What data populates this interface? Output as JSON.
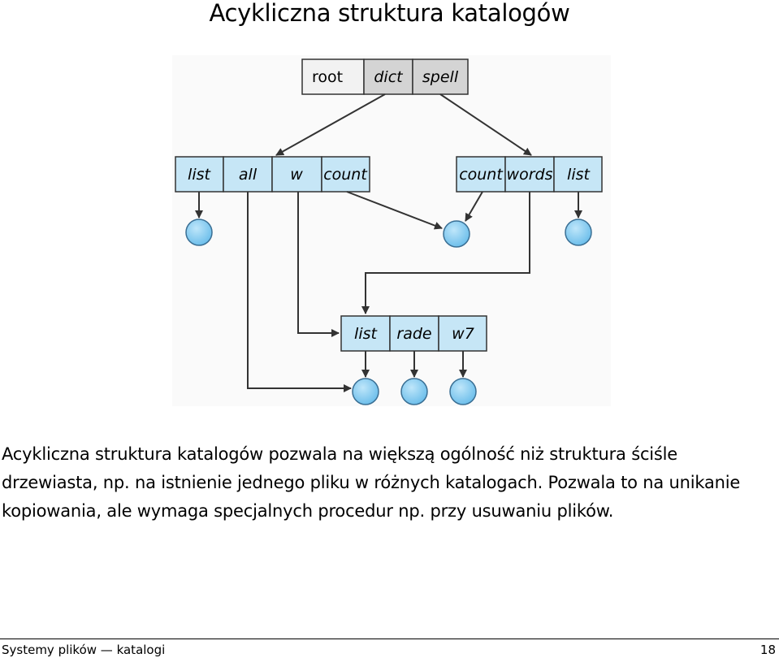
{
  "slide": {
    "title": "Acykliczna struktura katalogów"
  },
  "diagram": {
    "root_label": "root",
    "root_cells": [
      "dict",
      "spell"
    ],
    "dict_cells": [
      "list",
      "all",
      "w",
      "count"
    ],
    "spell_cells": [
      "count",
      "words",
      "list"
    ],
    "sub_cells": [
      "list",
      "rade",
      "w7"
    ],
    "colors": {
      "root_fill": "#d4d4d4",
      "dir_fill": "#c6e6f6",
      "file_fill": "#7cc6ee",
      "background": "#fafafa",
      "stroke": "#333333"
    },
    "icons": {
      "file_node": "file-node-icon",
      "arrow": "arrow-icon"
    }
  },
  "body": {
    "paragraph": "Acykliczna struktura katalogów pozwala na większą ogólność niż struktura ściśle drzewiasta, np. na istnienie jednego pliku w różnych katalogach. Pozwala to na unikanie kopiowania, ale wymaga specjalnych procedur np. przy usuwaniu plików."
  },
  "footer": {
    "left": "Systemy plików — katalogi",
    "page_number": "18"
  }
}
